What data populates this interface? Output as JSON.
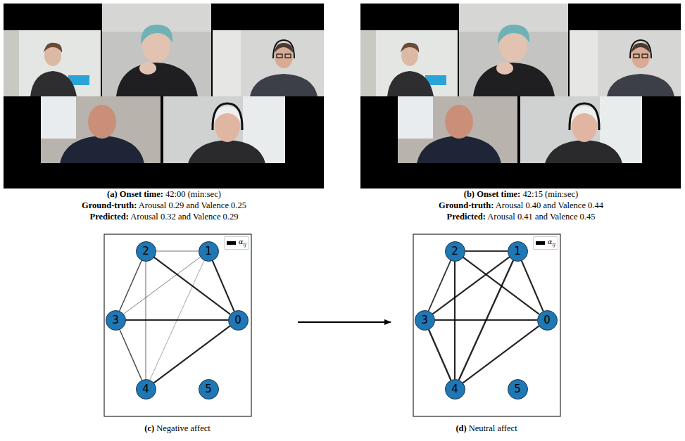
{
  "diagram": {
    "nodes": [
      {
        "text": [
          "2"
        ]
      },
      {
        "text": [
          "1"
        ]
      },
      {
        "text": [
          "3"
        ]
      },
      {
        "text": [
          "0"
        ]
      },
      {
        "text": [
          "4"
        ]
      },
      {
        "text": [
          "5"
        ]
      },
      {
        "text": [
          "2"
        ]
      },
      {
        "text": [
          "1"
        ]
      },
      {
        "text": [
          "3"
        ]
      },
      {
        "text": [
          "0"
        ]
      },
      {
        "text": [
          "4"
        ]
      },
      {
        "text": [
          "5"
        ]
      }
    ],
    "edges": [
      {
        "from": 0,
        "to": 1,
        "arrow": "none"
      },
      {
        "from": 0,
        "to": 3,
        "arrow": "none"
      },
      {
        "from": 0,
        "to": 2,
        "arrow": "none"
      },
      {
        "from": 0,
        "to": 4,
        "arrow": "none"
      },
      {
        "from": 1,
        "to": 3,
        "arrow": "none"
      },
      {
        "from": 1,
        "to": 2,
        "arrow": "none"
      },
      {
        "from": 1,
        "to": 4,
        "arrow": "none"
      },
      {
        "from": 2,
        "to": 3,
        "arrow": "none"
      },
      {
        "from": 2,
        "to": 4,
        "arrow": "none"
      },
      {
        "from": 4,
        "to": 3,
        "arrow": "none"
      },
      {
        "from": 6,
        "to": 7,
        "arrow": "none"
      },
      {
        "from": 6,
        "to": 9,
        "arrow": "none"
      },
      {
        "from": 6,
        "to": 8,
        "arrow": "none"
      },
      {
        "from": 6,
        "to": 10,
        "arrow": "none"
      },
      {
        "from": 7,
        "to": 9,
        "arrow": "none"
      },
      {
        "from": 7,
        "to": 8,
        "arrow": "none"
      },
      {
        "from": 7,
        "to": 10,
        "arrow": "none"
      },
      {
        "from": 8,
        "to": 9,
        "arrow": "none"
      },
      {
        "from": 8,
        "to": 10,
        "arrow": "none"
      },
      {
        "from": 10,
        "to": 9,
        "arrow": "none"
      }
    ],
    "labels": [
      "(a) Onset time: 42:00 (min:sec)",
      "Ground-truth: Arousal 0.29 and Valence 0.25",
      "Predicted: Arousal 0.32 and Valence 0.29",
      "(b) Onset time: 42:15 (min:sec)",
      "Ground-truth: Arousal 0.40 and Valence 0.44",
      "Predicted: Arousal 0.41 and Valence 0.45",
      "(c) Negative affect",
      "(d) Neutral affect"
    ],
    "legend": [
      {
        "text": "αij",
        "color": "#000000"
      },
      {
        "text": "αij",
        "color": "#000000"
      }
    ]
  }
}
